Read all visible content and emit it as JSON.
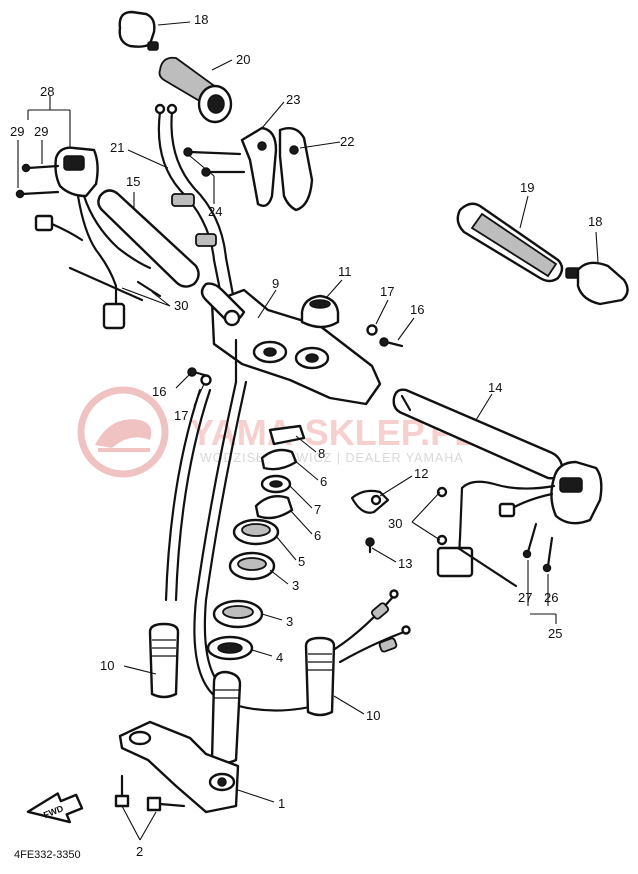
{
  "diagram": {
    "ref_code": "4FE332-3350",
    "fwd_label": "FWD",
    "watermark": {
      "main": "YAMA-SKLEP.PL",
      "sub": "WODZISŁAWOWICZ | DEALER YAMAHA"
    },
    "callouts": [
      {
        "id": "c18a",
        "text": "18"
      },
      {
        "id": "c20",
        "text": "20"
      },
      {
        "id": "c28",
        "text": "28"
      },
      {
        "id": "c29a",
        "text": "29"
      },
      {
        "id": "c29b",
        "text": "29"
      },
      {
        "id": "c23",
        "text": "23"
      },
      {
        "id": "c22",
        "text": "22"
      },
      {
        "id": "c21",
        "text": "21"
      },
      {
        "id": "c15",
        "text": "15"
      },
      {
        "id": "c24",
        "text": "24"
      },
      {
        "id": "c19",
        "text": "19"
      },
      {
        "id": "c18b",
        "text": "18"
      },
      {
        "id": "c9",
        "text": "9"
      },
      {
        "id": "c11",
        "text": "11"
      },
      {
        "id": "c17a",
        "text": "17"
      },
      {
        "id": "c16a",
        "text": "16"
      },
      {
        "id": "c30a",
        "text": "30"
      },
      {
        "id": "c16b",
        "text": "16"
      },
      {
        "id": "c17b",
        "text": "17"
      },
      {
        "id": "c14",
        "text": "14"
      },
      {
        "id": "c8",
        "text": "8"
      },
      {
        "id": "c6a",
        "text": "6"
      },
      {
        "id": "c12",
        "text": "12"
      },
      {
        "id": "c7",
        "text": "7"
      },
      {
        "id": "c6b",
        "text": "6"
      },
      {
        "id": "c30b",
        "text": "30"
      },
      {
        "id": "c5",
        "text": "5"
      },
      {
        "id": "c13",
        "text": "13"
      },
      {
        "id": "c3a",
        "text": "3"
      },
      {
        "id": "c3b",
        "text": "3"
      },
      {
        "id": "c27",
        "text": "27"
      },
      {
        "id": "c26",
        "text": "26"
      },
      {
        "id": "c25",
        "text": "25"
      },
      {
        "id": "c4",
        "text": "4"
      },
      {
        "id": "c10a",
        "text": "10"
      },
      {
        "id": "c10b",
        "text": "10"
      },
      {
        "id": "c1",
        "text": "1"
      },
      {
        "id": "c2",
        "text": "2"
      }
    ]
  }
}
